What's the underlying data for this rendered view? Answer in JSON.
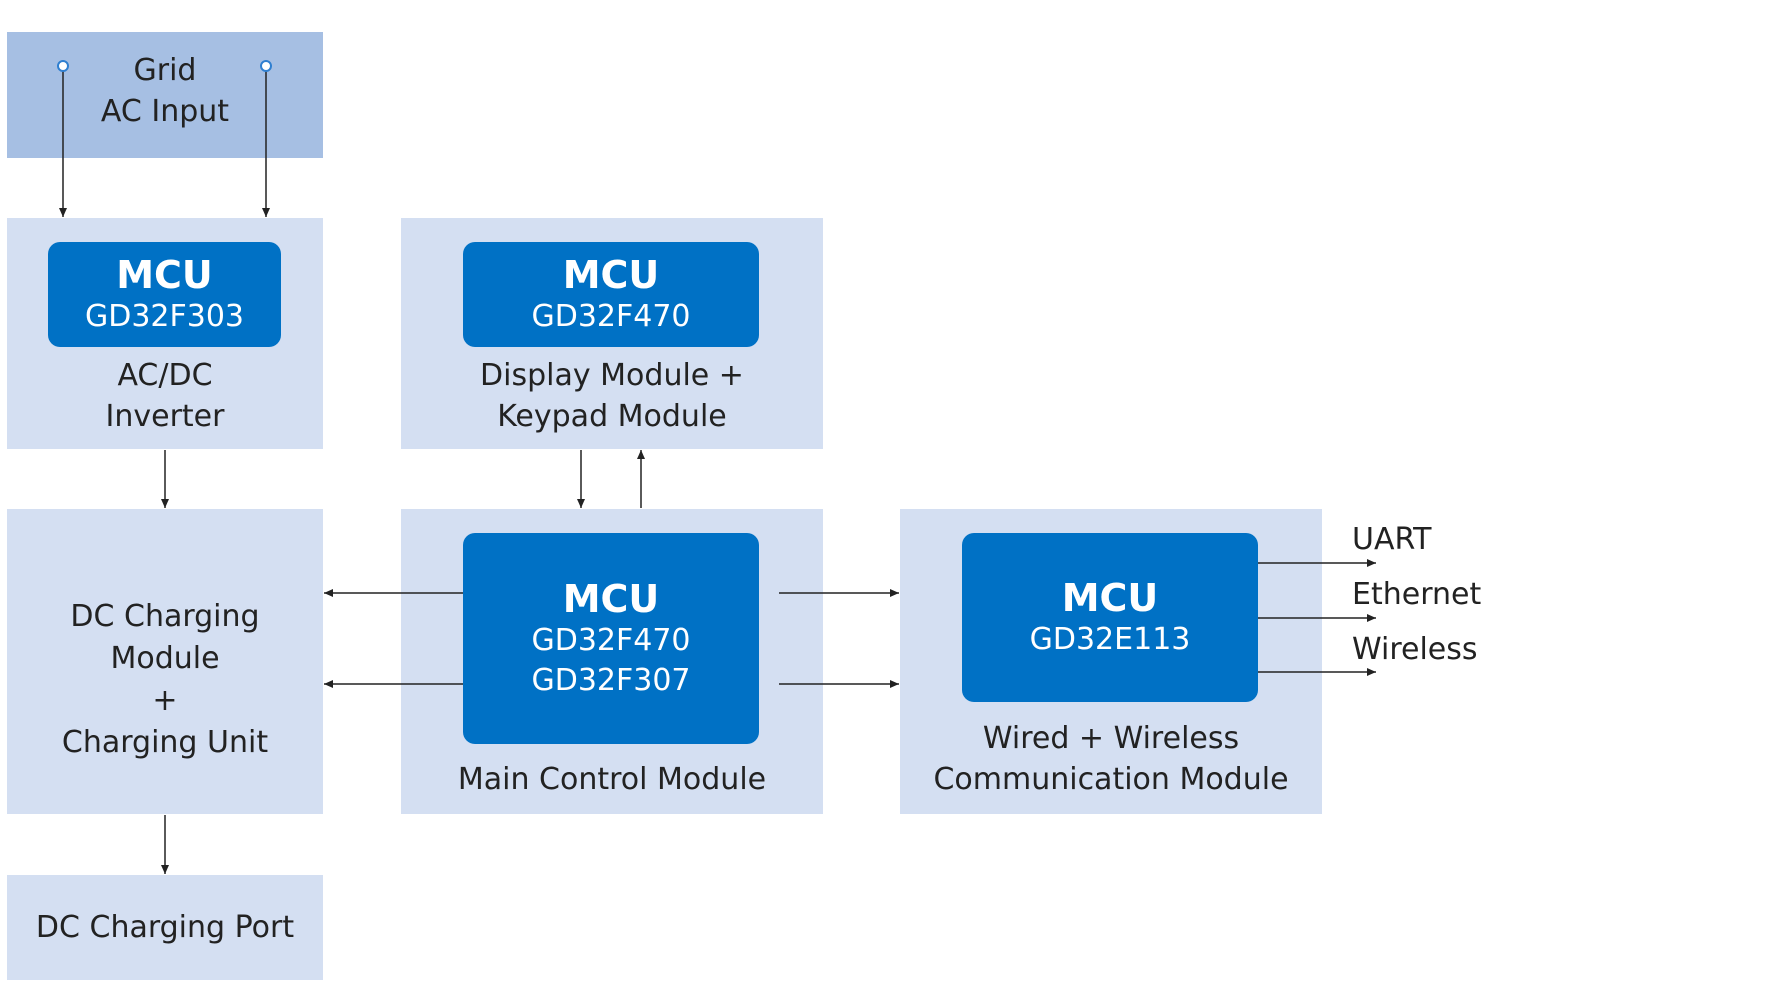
{
  "grid": {
    "line1": "Grid",
    "line2": "AC Input"
  },
  "acdc": {
    "mcu": "MCU",
    "chip": "GD32F303",
    "line1": "AC/DC",
    "line2": "Inverter"
  },
  "display": {
    "mcu": "MCU",
    "chip": "GD32F470",
    "line1": "Display Module +",
    "line2": "Keypad Module"
  },
  "dc_module": {
    "line1": "DC Charging",
    "line2": "Module",
    "line3": "+",
    "line4": "Charging Unit"
  },
  "main_control": {
    "mcu": "MCU",
    "chip1": "GD32F470",
    "chip2": "GD32F307",
    "label": "Main Control Module"
  },
  "comm": {
    "mcu": "MCU",
    "chip": "GD32E113",
    "line1": "Wired + Wireless",
    "line2": "Communication Module"
  },
  "outputs": {
    "uart": "UART",
    "ethernet": "Ethernet",
    "wireless": "Wireless"
  },
  "port": {
    "label": "DC Charging Port"
  },
  "colors": {
    "block": "#d4dff2",
    "grid_block": "#a6bfe3",
    "mcu": "#0071c5",
    "terminal": "#2f7fd0"
  }
}
